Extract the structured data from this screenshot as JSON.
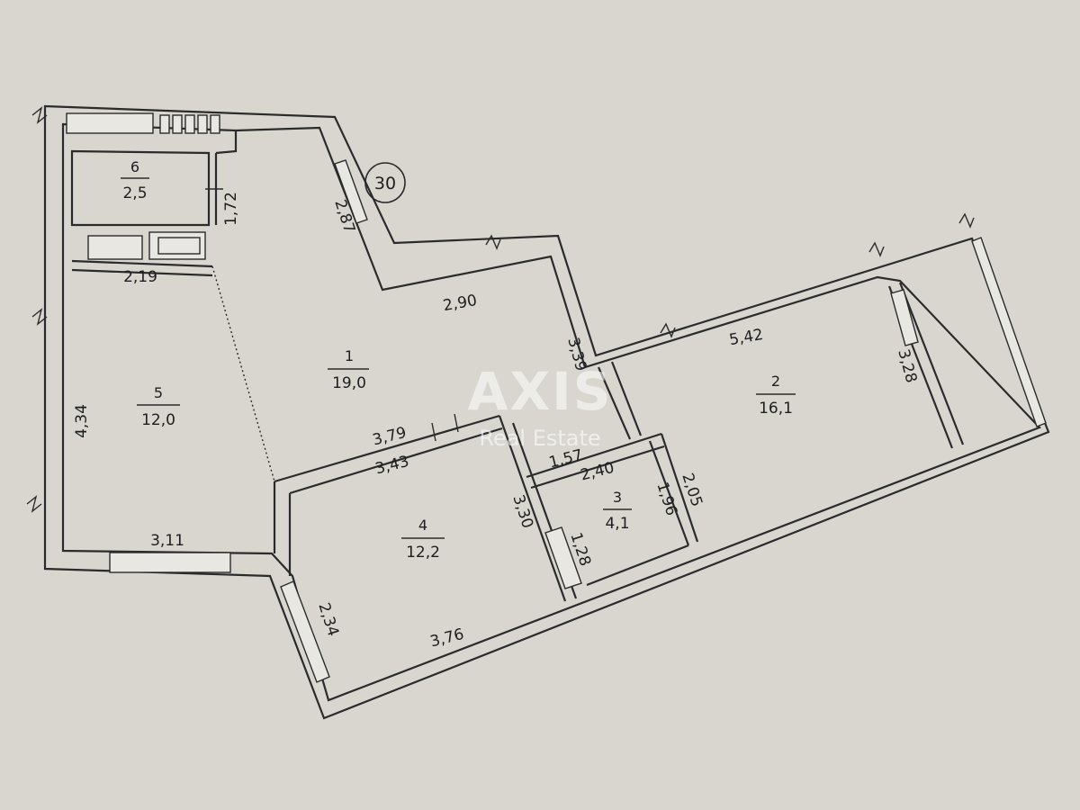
{
  "plan": {
    "marker": "30",
    "watermark": {
      "brand": "AXIS",
      "tagline": "Real Estate"
    },
    "rooms": [
      {
        "id": "room-1",
        "number": "1",
        "area": "19,0"
      },
      {
        "id": "room-2",
        "number": "2",
        "area": "16,1"
      },
      {
        "id": "room-3",
        "number": "3",
        "area": "4,1"
      },
      {
        "id": "room-4",
        "number": "4",
        "area": "12,2"
      },
      {
        "id": "room-5",
        "number": "5",
        "area": "12,0"
      },
      {
        "id": "room-6",
        "number": "6",
        "area": "2,5"
      }
    ],
    "dimensions": {
      "d_2_87": "2,87",
      "d_1_72": "1,72",
      "d_2_19": "2,19",
      "d_2_90": "2,90",
      "d_3_39": "3,39",
      "d_5_42": "5,42",
      "d_3_28": "3,28",
      "d_4_34": "4,34",
      "d_3_79": "3,79",
      "d_3_43": "3,43",
      "d_1_57": "1,57",
      "d_2_40": "2,40",
      "d_2_05": "2,05",
      "d_1_96": "1,96",
      "d_3_30": "3,30",
      "d_1_28": "1,28",
      "d_3_11": "3,11",
      "d_2_34": "2,34",
      "d_3_76": "3,76"
    }
  }
}
